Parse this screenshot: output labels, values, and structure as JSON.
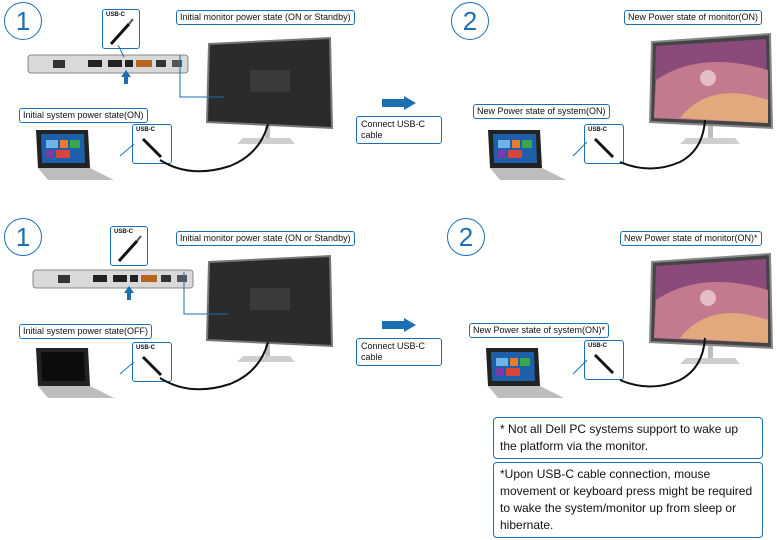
{
  "colors": {
    "accent": "#1a6fb5",
    "cable": "#111111",
    "screen": "#2b2b2b",
    "port_panel": "#d8d8d8"
  },
  "rows": [
    {
      "step1": "1",
      "step2": "2",
      "usb_label": "USB-C",
      "initial_monitor": "Initial monitor power state (ON or Standby)",
      "initial_system": "Initial system power state(ON)",
      "action": "Connect USB-C cable",
      "new_system": "New Power state of system(ON)",
      "new_monitor": "New Power state of monitor(ON)"
    },
    {
      "step1": "1",
      "step2": "2",
      "usb_label": "USB-C",
      "initial_monitor": "Initial monitor power state (ON or Standby)",
      "initial_system": "Initial system power state(OFF)",
      "action": "Connect USB-C cable",
      "new_system": "New Power state of system(ON)*",
      "new_monitor": "New Power state of monitor(ON)*"
    }
  ],
  "notes": [
    "* Not all Dell PC systems support to wake up the platform via the monitor.",
    "*Upon USB-C cable connection, mouse movement or keyboard press might be required to wake the system/monitor up from sleep or hibernate."
  ]
}
